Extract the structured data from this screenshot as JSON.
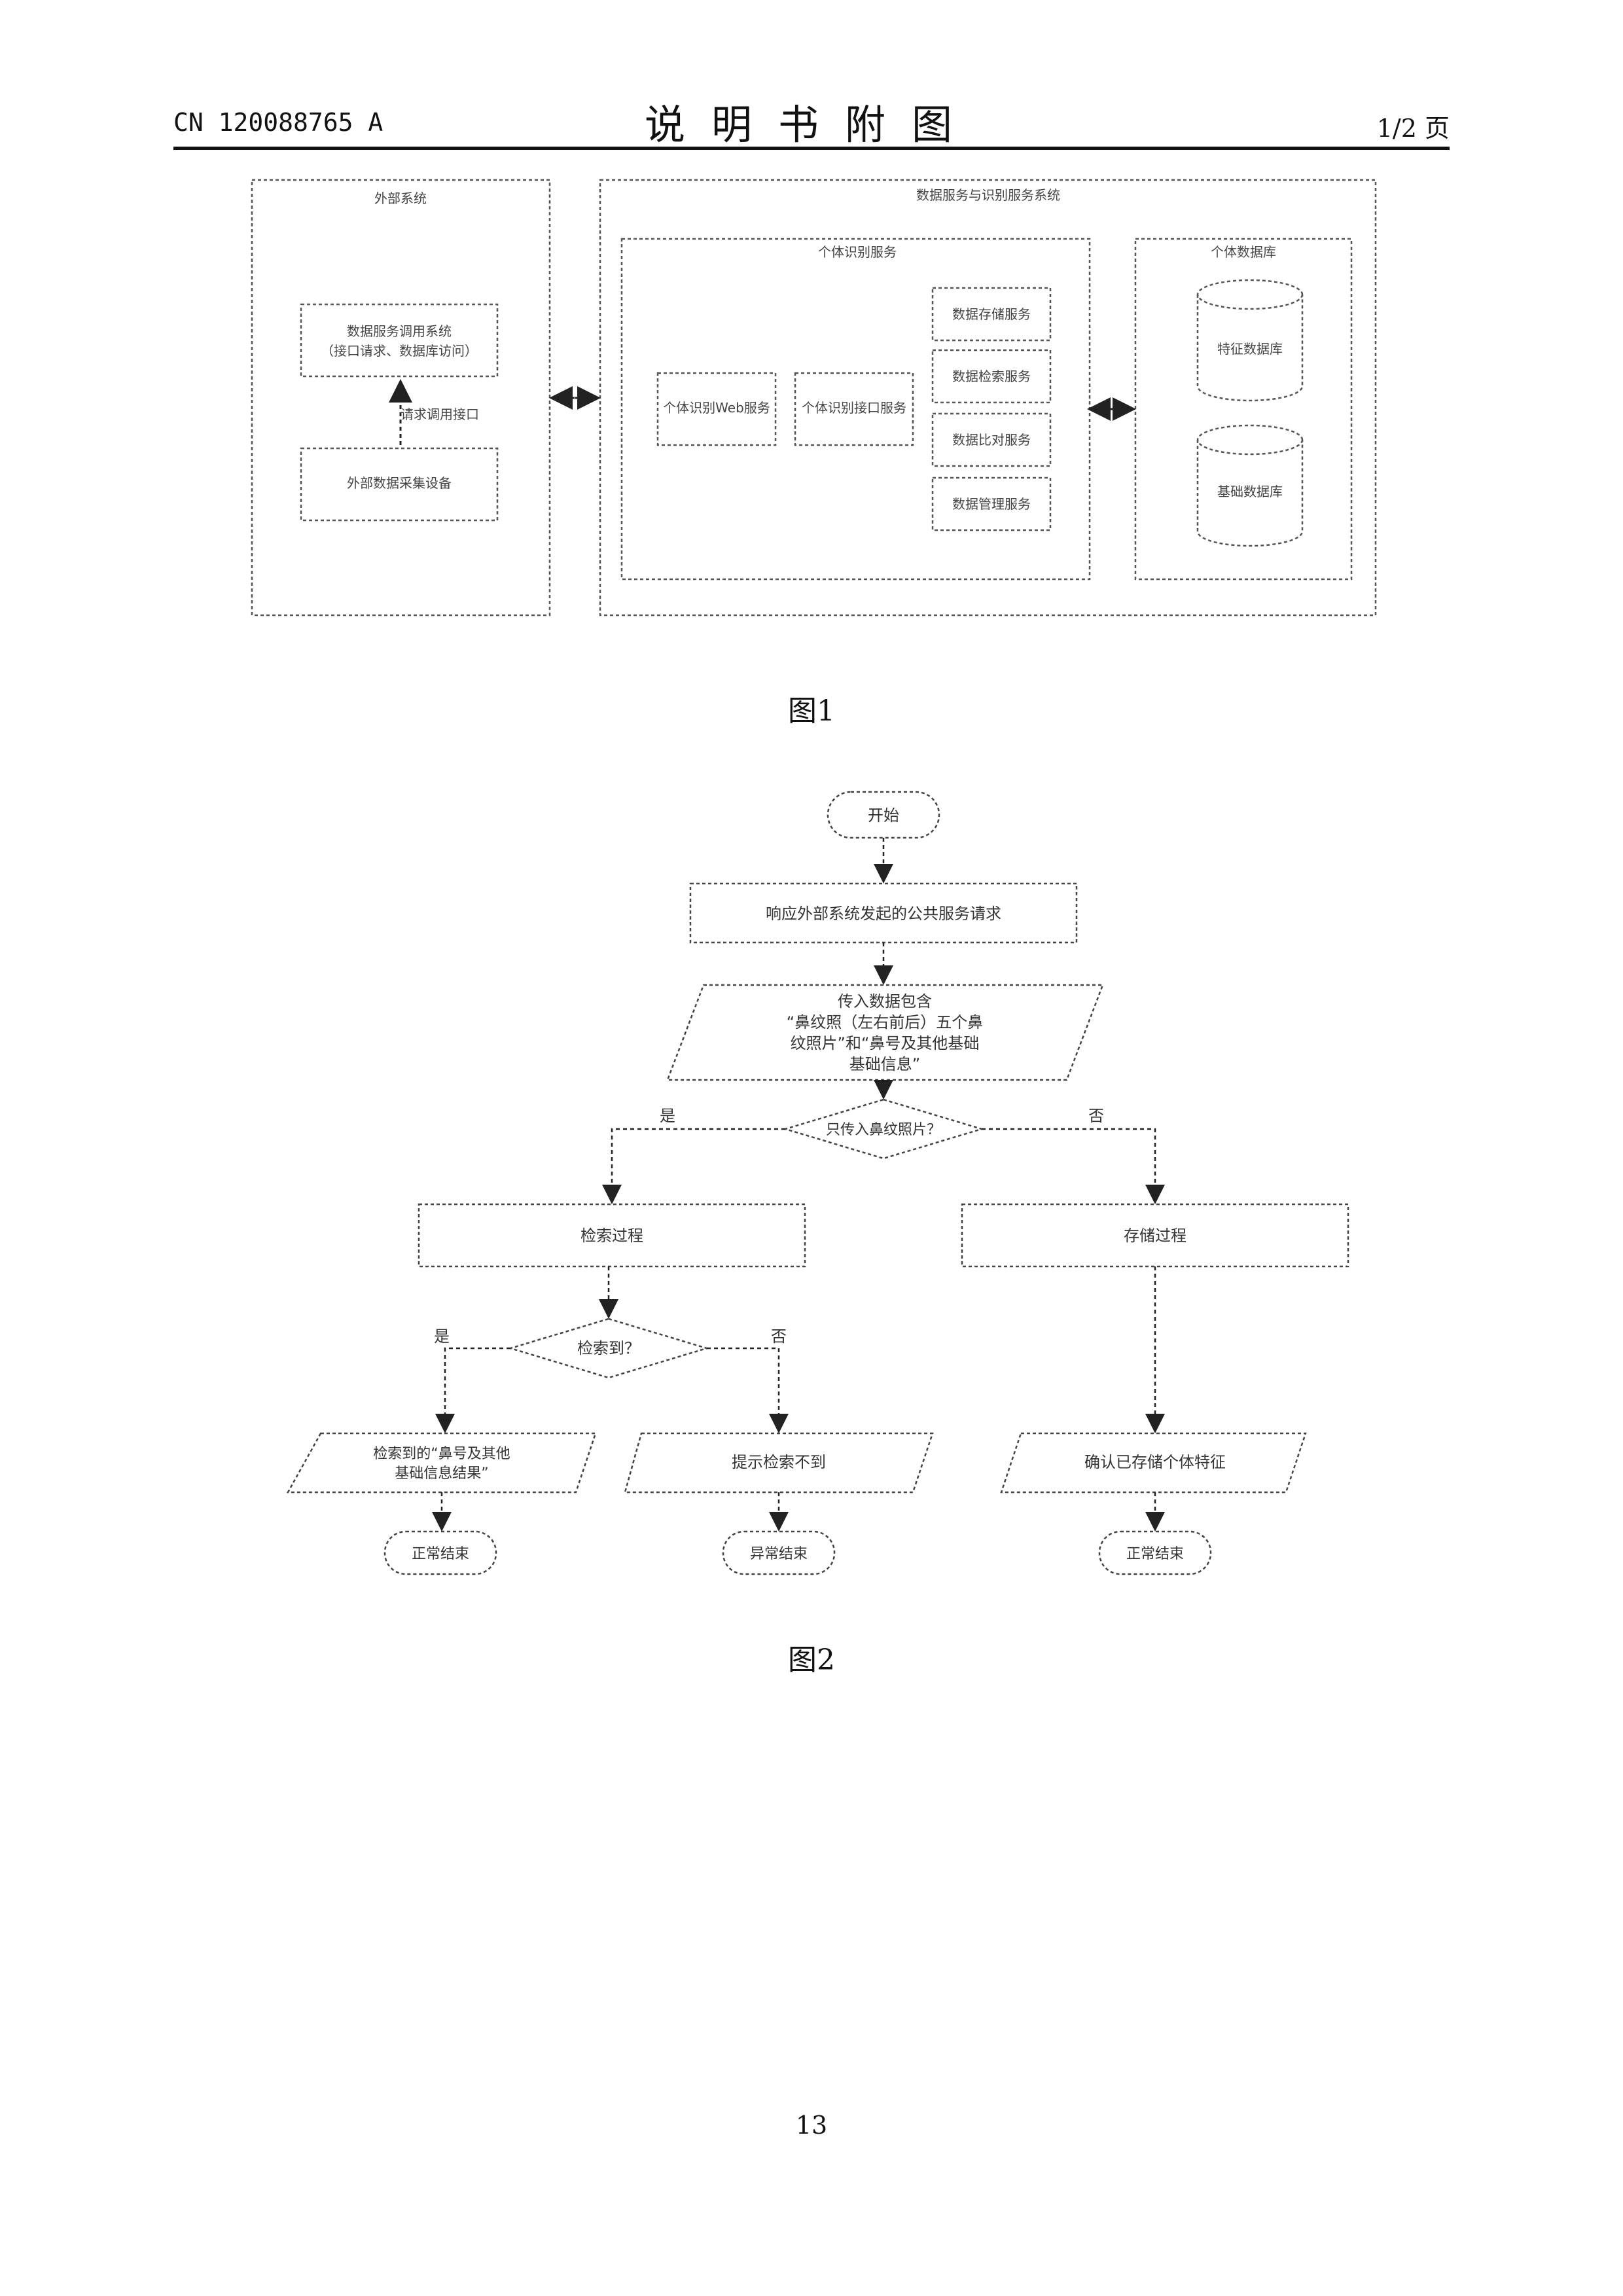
{
  "header": {
    "doc_number": "CN 120088765 A",
    "title": "说明书附图",
    "page_of": "1/2 页"
  },
  "figure1": {
    "caption": "图1",
    "labels": {
      "external_system": "外部系统",
      "external_app": "数据服务调用系统",
      "external_app_sub": "（接口请求、数据库访问）",
      "external_req": "请求调用接口",
      "external_source": "外部数据采集设备",
      "platform": "数据服务与识别服务系统",
      "service_group": "个体识别服务",
      "web_service": "个体识别Web服务",
      "api_service": "个体识别接口服务",
      "svc1": "数据存储服务",
      "svc2": "数据检索服务",
      "svc3": "数据比对服务",
      "svc4": "数据管理服务",
      "db_group": "个体数据库",
      "db1": "特征数据库",
      "db2": "基础数据库"
    }
  },
  "figure2": {
    "caption": "图2",
    "labels": {
      "start": "开始",
      "step1": "响应外部系统发起的公共服务请求",
      "input_l1": "传入数据包含",
      "input_l2": "“鼻纹照（左右前后）五个鼻",
      "input_l3": "纹照片”和“鼻号及其他基础",
      "input_l4": "基础信息”",
      "decision1": "只传入鼻纹照片？",
      "yes": "是",
      "no": "否",
      "search": "检索过程",
      "store": "存储过程",
      "decision2": "检索到？",
      "found_l1": "检索到的“鼻号及其他",
      "found_l2": "基础信息结果”",
      "notfound": "提示检索不到",
      "confirmed": "确认已存储个体特征",
      "end_normal": "正常结束",
      "end_abnormal": "异常结束"
    }
  },
  "page_number": "13"
}
